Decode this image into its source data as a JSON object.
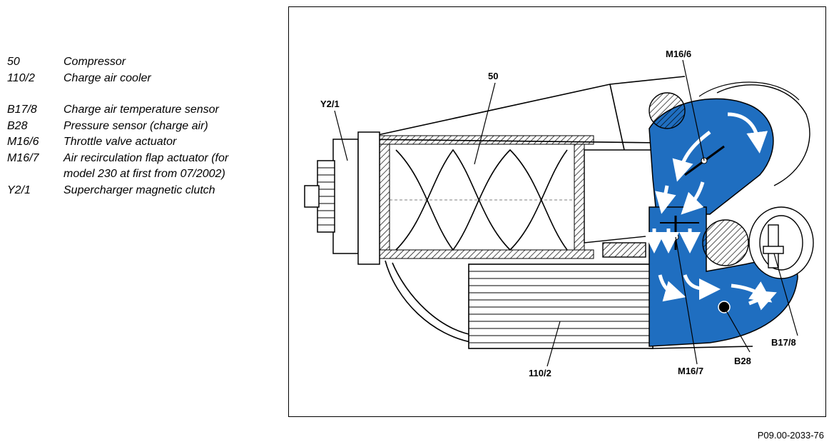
{
  "legend": [
    {
      "code": "50",
      "text": "Compressor"
    },
    {
      "code": "110/2",
      "text": "Charge air cooler"
    },
    {
      "code": "B17/8",
      "text": "Charge air temperature sensor"
    },
    {
      "code": "B28",
      "text": "Pressure sensor (charge air)"
    },
    {
      "code": "M16/6",
      "text": "Throttle valve actuator"
    },
    {
      "code": "M16/7",
      "text": "Air recirculation flap actuator (for model 230 at first from 07/2002)"
    },
    {
      "code": "Y2/1",
      "text": "Supercharger magnetic clutch"
    }
  ],
  "figure": {
    "callouts": {
      "compressor": "50",
      "clutch": "Y2/1",
      "throttle": "M16/6",
      "cooler": "110/2",
      "recirc": "M16/7",
      "pressure": "B28",
      "temp": "B17/8"
    },
    "colors": {
      "air_flow": "#1f6ec0",
      "flow_arrow": "#ffffff",
      "line": "#000000"
    }
  },
  "reference": "P09.00-2033-76"
}
